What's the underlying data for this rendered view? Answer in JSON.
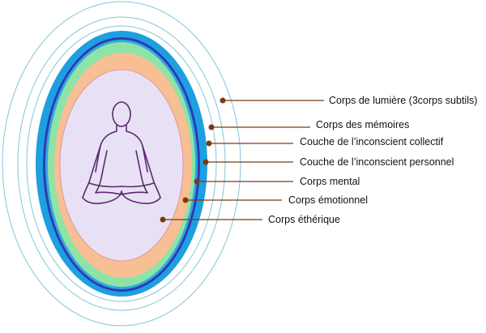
{
  "labels": {
    "light_body": "Corps de lumière (3corps subtils)",
    "memories_body": "Corps des mémoires",
    "collective_unconscious": "Couche de l’inconscient collectif",
    "personal_unconscious": "Couche de l’inconscient personnel",
    "mental_body": "Corps mental",
    "emotional_body": "Corps émotionnel",
    "etheric_body": "Corps éthérique"
  },
  "colors": {
    "outer_rings": "#7fc6d8",
    "light_blue_ring": "#1e9fe0",
    "dark_blue_ring": "#2a3db4",
    "green_layer": "#8de4a6",
    "orange_layer": "#f8be94",
    "inner_body": "#e8e1f5",
    "figure": "#5a2a6e",
    "pointer": "#7a3b12"
  },
  "icons": {
    "figure": "meditating-person-icon"
  }
}
